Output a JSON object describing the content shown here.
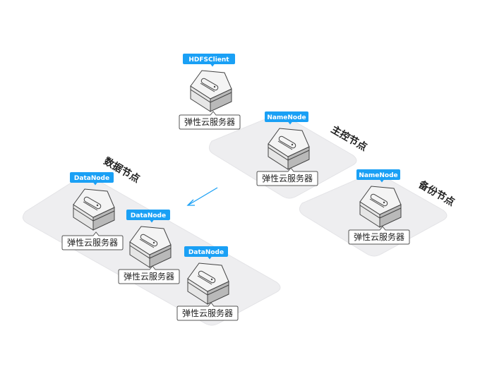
{
  "colors": {
    "accent": "#1aa0f5",
    "zone": "#eeeef0"
  },
  "zones": [
    {
      "id": "master",
      "title": "主控节点"
    },
    {
      "id": "backup",
      "title": "备份节点"
    },
    {
      "id": "data",
      "title": "数据节点"
    }
  ],
  "nodes": [
    {
      "id": "hdfs-client",
      "role": "HDFSClient",
      "label": "弹性云服务器"
    },
    {
      "id": "namenode-master",
      "role": "NameNode",
      "label": "弹性云服务器"
    },
    {
      "id": "namenode-backup",
      "role": "NameNode",
      "label": "弹性云服务器"
    },
    {
      "id": "datanode-1",
      "role": "DataNode",
      "label": "弹性云服务器"
    },
    {
      "id": "datanode-2",
      "role": "DataNode",
      "label": "弹性云服务器"
    },
    {
      "id": "datanode-3",
      "role": "DataNode",
      "label": "弹性云服务器"
    }
  ],
  "edges": [
    {
      "from": "namenode-master",
      "to": "data",
      "icon": "arrow-down-left-icon"
    }
  ],
  "icons": {
    "server": "cloud-server-icon"
  }
}
